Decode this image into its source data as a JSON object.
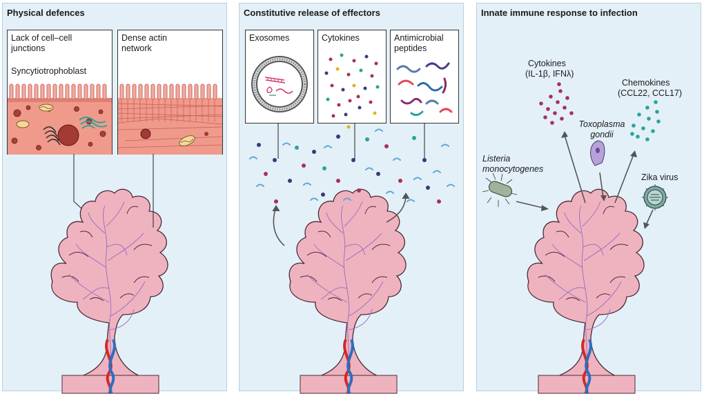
{
  "colors": {
    "panel_bg": "#e3f0f8",
    "villus_fill": "#efb3bf",
    "villus_stroke": "#4a2a35",
    "vessel": "#9b72c0",
    "artery": "#d12a2a",
    "vein": "#2a6fc2"
  },
  "panels": [
    {
      "title": "Physical defences",
      "boxes": [
        {
          "label": "Lack of cell–cell junctions",
          "sublabel": "Syncytiotrophoblast"
        },
        {
          "label": "Dense actin network"
        }
      ]
    },
    {
      "title": "Constitutive release of effectors",
      "boxes": [
        {
          "label": "Exosomes"
        },
        {
          "label": "Cytokines"
        },
        {
          "label": "Antimicrobial peptides"
        }
      ]
    },
    {
      "title": "Innate immune response to infection",
      "labels": {
        "cytokines": "Cytokines",
        "cytokines_detail": "(IL-1β, IFNλ)",
        "chemokines": "Chemokines",
        "chemokines_detail": "(CCL22, CCL17)",
        "toxoplasma": "Toxoplasma gondii",
        "listeria": "Listeria monocytogenes",
        "zika": "Zika virus"
      }
    }
  ]
}
